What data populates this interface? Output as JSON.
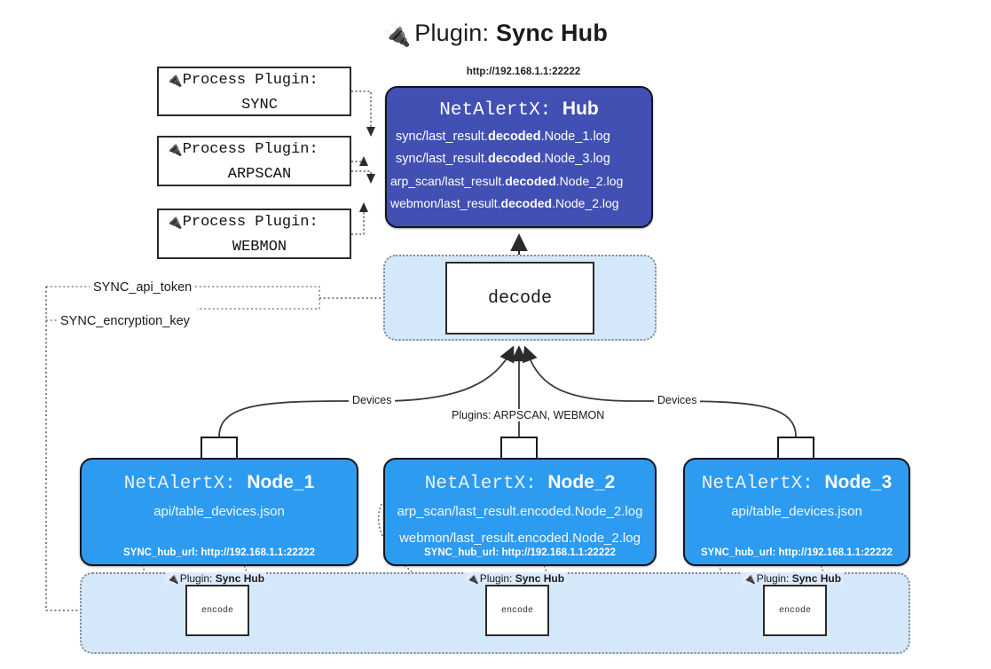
{
  "title": {
    "icon": "plug-icon",
    "glyph": "🔌",
    "prefix": "Plugin: ",
    "name": "Sync Hub"
  },
  "process_plugins": [
    {
      "icon": "plug-icon",
      "glyph": "🔌",
      "line1": "Process Plugin:",
      "line2": "SYNC"
    },
    {
      "icon": "plug-icon",
      "glyph": "🔌",
      "line1": "Process Plugin:",
      "line2": "ARPSCAN"
    },
    {
      "icon": "plug-icon",
      "glyph": "🔌",
      "line1": "Process Plugin:",
      "line2": "WEBMON"
    }
  ],
  "hub": {
    "url": "http://192.168.1.1:22222",
    "app": "NetAlertX:",
    "name": "Hub",
    "logs": [
      {
        "pre": "sync/last_result.",
        "em": "decoded",
        "post": ".Node_1.log"
      },
      {
        "pre": "sync/last_result.",
        "em": "decoded",
        "post": ".Node_3.log"
      },
      {
        "pre": "arp_scan/last_result.",
        "em": "decoded",
        "post": ".Node_2.log"
      },
      {
        "pre": "webmon/last_result.",
        "em": "decoded",
        "post": ".Node_2.log"
      }
    ]
  },
  "decode": {
    "label": "decode"
  },
  "tokens": {
    "api_token": "SYNC_api_token",
    "encryption_key": "SYNC_encryption_key"
  },
  "edge_labels": {
    "devices_left": "Devices",
    "devices_right": "Devices",
    "plugins_center": "Plugins: ARPSCAN, WEBMON"
  },
  "nodes": [
    {
      "app": "NetAlertX:",
      "name": "Node_1",
      "lines": [
        "api/table_devices.json"
      ],
      "footer": "SYNC_hub_url: http://192.168.1.1:22222",
      "envelope_icon": "envelope-icon"
    },
    {
      "app": "NetAlertX:",
      "name": "Node_2",
      "lines": [
        "arp_scan/last_result.encoded.Node_2.log",
        "webmon/last_result.encoded.Node_2.log"
      ],
      "footer": "SYNC_hub_url: http://192.168.1.1:22222",
      "envelope_icon": "envelope-icon"
    },
    {
      "app": "NetAlertX:",
      "name": "Node_3",
      "lines": [
        "api/table_devices.json"
      ],
      "footer": "SYNC_hub_url: http://192.168.1.1:22222",
      "envelope_icon": "envelope-icon"
    }
  ],
  "encoders": [
    {
      "icon": "plug-icon",
      "glyph": "🔌",
      "cap_prefix": "Plugin: ",
      "cap_name": "Sync Hub",
      "label": "encode"
    },
    {
      "icon": "plug-icon",
      "glyph": "🔌",
      "cap_prefix": "Plugin: ",
      "cap_name": "Sync Hub",
      "label": "encode"
    },
    {
      "icon": "plug-icon",
      "glyph": "🔌",
      "cap_prefix": "Plugin: ",
      "cap_name": "Sync Hub",
      "label": "encode"
    }
  ],
  "colors": {
    "hub_fill": "#4250b4",
    "node_fill": "#2d9bf0",
    "cluster_fill": "#d4e8fa",
    "stroke": "#1a1a1a",
    "background": "#ffffff"
  }
}
